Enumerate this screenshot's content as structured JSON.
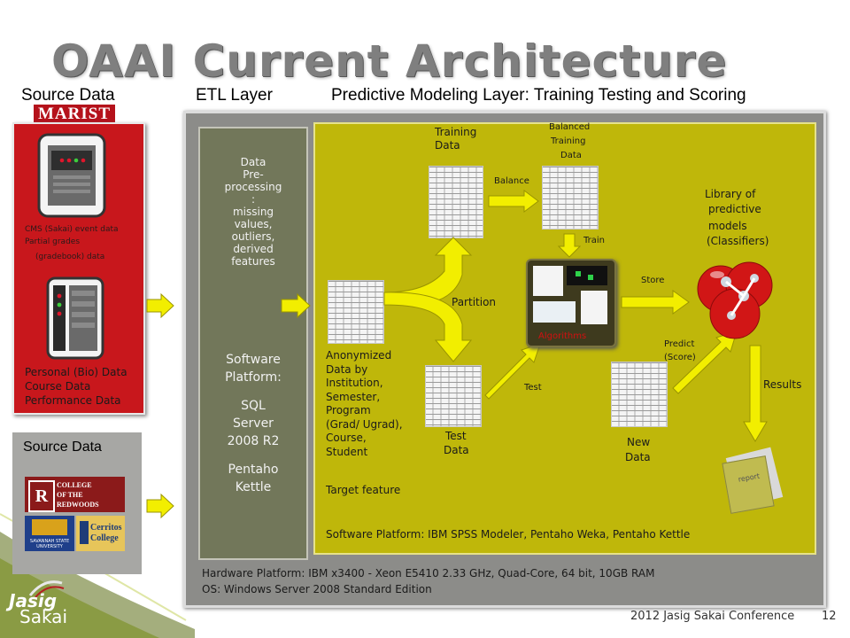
{
  "title": "OAAI Current Architecture",
  "headers": {
    "source_top": "Source Data",
    "etl": "ETL Layer",
    "predictive": "Predictive Modeling Layer: Training Testing and Scoring",
    "source_bottom": "Source Data"
  },
  "source_panel": {
    "logo": "MARIST",
    "cms_line1": "CMS (Sakai) event data",
    "cms_line2": "Partial grades",
    "cms_line3": "(gradebook) data",
    "personal_line1": "Personal (Bio) Data",
    "personal_line2": "Course Data",
    "personal_line3": "Performance Data"
  },
  "colleges": {
    "redwoods_line1": "COLLEGE",
    "redwoods_line2": "OF THE",
    "redwoods_line3": "REDWOODS",
    "savannah_line1": "SAVANNAH STATE",
    "savannah_line2": "UNIVERSITY",
    "cerritos_line1": "Cerritos",
    "cerritos_line2": "College"
  },
  "etl": {
    "preprocess_lines": [
      "Data",
      "Pre-",
      "processing",
      ":",
      "missing",
      "values,",
      "outliers,",
      "derived",
      "features"
    ],
    "platform_lines": [
      "Software",
      "Platform:",
      "",
      "SQL",
      "Server",
      "2008 R2",
      "",
      "Pentaho",
      "Kettle"
    ]
  },
  "modeling": {
    "training_data_1": "Training",
    "training_data_2": "Data",
    "balanced_1": "Balanced",
    "balanced_2": "Training",
    "balanced_3": "Data",
    "balance": "Balance",
    "train": "Train",
    "library_1": "Library of",
    "library_2": "predictive",
    "library_3": "models",
    "library_4": "(Classifiers)",
    "partition": "Partition",
    "store": "Store",
    "algorithms": "Algorithms",
    "predict_1": "Predict",
    "predict_2": "(Score)",
    "anonymized_lines": [
      "Anonymized",
      "Data by",
      "Institution,",
      "Semester,",
      "Program",
      "(Grad/ Ugrad),",
      "Course,",
      "Student"
    ],
    "target": "Target feature",
    "test": "Test",
    "test_data_1": "Test",
    "test_data_2": "Data",
    "new_data_1": "New",
    "new_data_2": "Data",
    "results": "Results",
    "report": "report",
    "software_platform": "Software Platform: IBM SPSS Modeler, Pentaho Weka, Pentaho Kettle"
  },
  "hardware": {
    "line1": "Hardware Platform: IBM x3400 - Xeon E5410 2.33 GHz, Quad-Core, 64 bit, 10GB RAM",
    "line2": "OS: Windows Server 2008 Standard Edition"
  },
  "footer": {
    "conference": "2012 Jasig Sakai Conference",
    "page": "12",
    "logo_1": "Jasig",
    "logo_2": "Sakai"
  },
  "colors": {
    "red_panel": "#c8171c",
    "etl_panel": "#72775a",
    "modeling_panel": "#bfb70a",
    "arrow_yellow": "#f2ee00"
  }
}
